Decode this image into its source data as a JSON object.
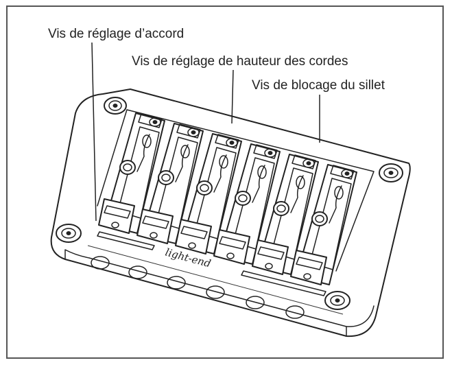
{
  "labels": {
    "tuning_screw": "Vis de réglage d’accord",
    "string_height_screw": "Vis de réglage de hauteur des cordes",
    "saddle_lock_screw": "Vis de blocage du sillet"
  },
  "bridge": {
    "saddle_count": 6,
    "brand_engraving": "light-end"
  },
  "colors": {
    "line": "#222222",
    "background": "#ffffff",
    "frame": "#555555"
  }
}
